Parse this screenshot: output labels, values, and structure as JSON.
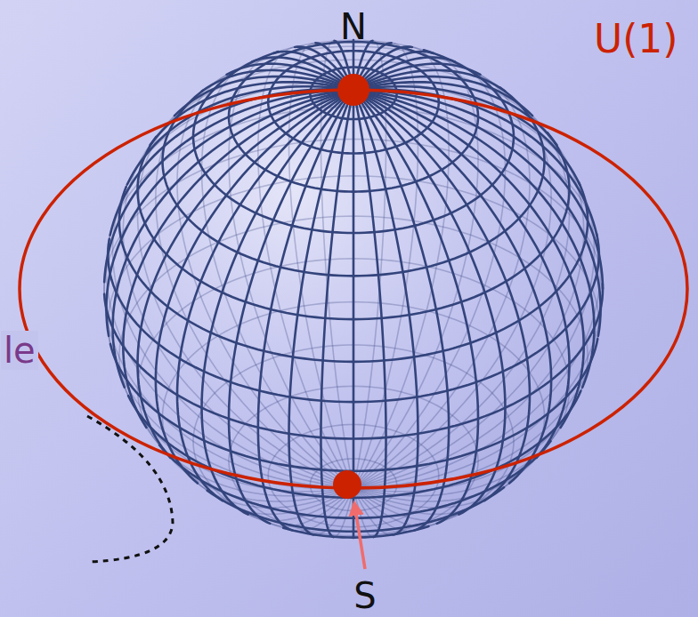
{
  "diagram": {
    "labels": [
      "N",
      "U(1)",
      "S",
      "le"
    ]
  }
}
